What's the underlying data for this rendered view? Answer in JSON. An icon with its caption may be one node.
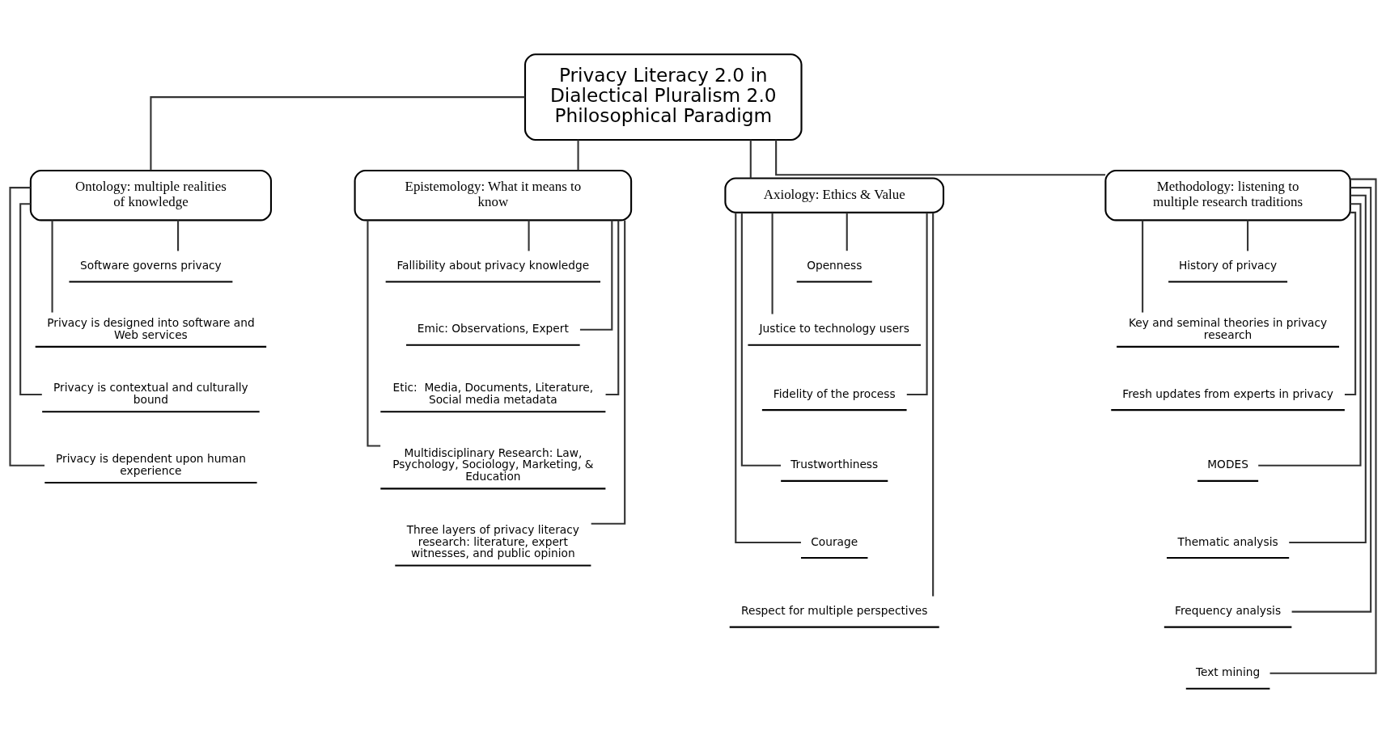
{
  "diagram": {
    "nodes": [
      {
        "text": [
          "Privacy Literacy 2.0 in Dialectical Pluralism 2.0 Philosophical Paradigm"
        ]
      },
      {
        "text": [
          "Ontology: multiple realities of knowledge"
        ]
      },
      {
        "text": [
          "Epistemology: What it means to know"
        ]
      },
      {
        "text": [
          "Axiology: Ethics & Value"
        ]
      },
      {
        "text": [
          "Methodology: listening to multiple research traditions"
        ]
      },
      {
        "text": [
          "Software governs privacy"
        ]
      },
      {
        "text": [
          "Privacy is designed into software and Web services"
        ]
      },
      {
        "text": [
          "Privacy is contextual and culturally bound"
        ]
      },
      {
        "text": [
          "Privacy is dependent upon human experience"
        ]
      },
      {
        "text": [
          "Fallibility about privacy knowledge"
        ]
      },
      {
        "text": [
          "Emic: Observations, Expert"
        ]
      },
      {
        "text": [
          "Etic:  Media, Documents, Literature, Social media metadata"
        ]
      },
      {
        "text": [
          "Multidisciplinary Research: Law, Psychology, Sociology, Marketing, & Education"
        ]
      },
      {
        "text": [
          "Three layers of privacy literacy research: literature, expert witnesses, and public opinion"
        ]
      },
      {
        "text": [
          "Openness"
        ]
      },
      {
        "text": [
          "Justice to technology users"
        ]
      },
      {
        "text": [
          "Fidelity of the process"
        ]
      },
      {
        "text": [
          "Trustworthiness"
        ]
      },
      {
        "text": [
          "Courage"
        ]
      },
      {
        "text": [
          "Respect for multiple perspectives"
        ]
      },
      {
        "text": [
          "History of privacy"
        ]
      },
      {
        "text": [
          "Key and seminal theories in privacy research"
        ]
      },
      {
        "text": [
          "Fresh updates from experts in privacy"
        ]
      },
      {
        "text": [
          "MODES"
        ]
      },
      {
        "text": [
          "Thematic analysis"
        ]
      },
      {
        "text": [
          "Frequency analysis"
        ]
      },
      {
        "text": [
          "Text mining"
        ]
      }
    ],
    "edges": [
      {
        "from": 0,
        "to": 1,
        "arrow": "none"
      },
      {
        "from": 0,
        "to": 2,
        "arrow": "none"
      },
      {
        "from": 0,
        "to": 3,
        "arrow": "none"
      },
      {
        "from": 0,
        "to": 4,
        "arrow": "none"
      },
      {
        "from": 1,
        "to": 5,
        "arrow": "none"
      },
      {
        "from": 1,
        "to": 6,
        "arrow": "none"
      },
      {
        "from": 1,
        "to": 7,
        "arrow": "none"
      },
      {
        "from": 1,
        "to": 8,
        "arrow": "none"
      },
      {
        "from": 2,
        "to": 9,
        "arrow": "none"
      },
      {
        "from": 2,
        "to": 10,
        "arrow": "none"
      },
      {
        "from": 2,
        "to": 11,
        "arrow": "none"
      },
      {
        "from": 2,
        "to": 12,
        "arrow": "none"
      },
      {
        "from": 2,
        "to": 13,
        "arrow": "none"
      },
      {
        "from": 3,
        "to": 14,
        "arrow": "none"
      },
      {
        "from": 3,
        "to": 15,
        "arrow": "none"
      },
      {
        "from": 3,
        "to": 16,
        "arrow": "none"
      },
      {
        "from": 3,
        "to": 17,
        "arrow": "none"
      },
      {
        "from": 3,
        "to": 18,
        "arrow": "none"
      },
      {
        "from": 3,
        "to": 19,
        "arrow": "none"
      },
      {
        "from": 4,
        "to": 20,
        "arrow": "none"
      },
      {
        "from": 4,
        "to": 21,
        "arrow": "none"
      },
      {
        "from": 4,
        "to": 22,
        "arrow": "none"
      },
      {
        "from": 4,
        "to": 23,
        "arrow": "none"
      },
      {
        "from": 4,
        "to": 24,
        "arrow": "none"
      },
      {
        "from": 4,
        "to": 25,
        "arrow": "none"
      },
      {
        "from": 4,
        "to": 26,
        "arrow": "none"
      }
    ]
  }
}
